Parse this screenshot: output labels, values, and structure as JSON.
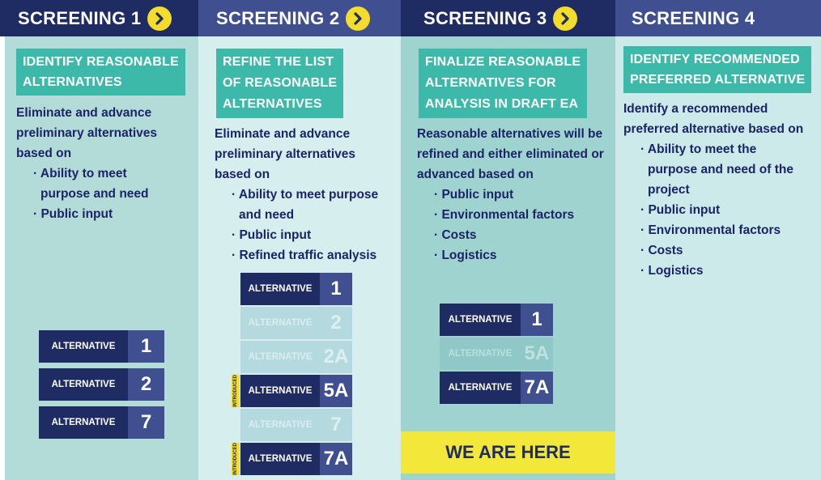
{
  "colors": {
    "header_dark": "#1e2c63",
    "header_mid": "#3f4f8f",
    "body_1": "#b3dcd9",
    "body_2": "#d6eeee",
    "body_3": "#9fd3d0",
    "body_4": "#cdeaea",
    "title_box": "#3db9a9",
    "text": "#1a2466",
    "accent_yellow": "#f3dc2b"
  },
  "screenings": [
    {
      "header": "SCREENING 1",
      "title_lines": [
        "IDENTIFY REASONABLE",
        "ALTERNATIVES"
      ],
      "intro_lines": [
        "Eliminate and advance",
        "preliminary alternatives",
        "based on"
      ],
      "bullets": [
        "Ability to meet purpose and need",
        "Public input"
      ],
      "alternatives": [
        {
          "label": "ALTERNATIVE",
          "number": "1"
        },
        {
          "label": "ALTERNATIVE",
          "number": "2"
        },
        {
          "label": "ALTERNATIVE",
          "number": "7"
        }
      ]
    },
    {
      "header": "SCREENING 2",
      "title_lines": [
        "REFINE THE LIST",
        "OF REASONABLE",
        "ALTERNATIVES"
      ],
      "intro_lines": [
        "Eliminate and advance",
        "preliminary alternatives",
        "based on"
      ],
      "bullets": [
        "Ability to meet purpose and need",
        "Public input",
        "Refined traffic analysis"
      ],
      "alternatives": [
        {
          "label": "ALTERNATIVE",
          "number": "1"
        },
        {
          "label": "ALTERNATIVE",
          "number": "2"
        },
        {
          "label": "ALTERNATIVE",
          "number": "2A"
        },
        {
          "label": "ALTERNATIVE",
          "number": "5A",
          "tag": "INTRODUCED"
        },
        {
          "label": "ALTERNATIVE",
          "number": "7"
        },
        {
          "label": "ALTERNATIVE",
          "number": "7A",
          "tag": "INTRODUCED"
        }
      ]
    },
    {
      "header": "SCREENING 3",
      "title_lines": [
        "FINALIZE REASONABLE",
        "ALTERNATIVES FOR",
        "ANALYSIS IN DRAFT EA"
      ],
      "intro_lines": [
        "Reasonable alternatives will be",
        "refined and either eliminated or",
        "advanced based on"
      ],
      "bullets": [
        "Public input",
        "Environmental factors",
        "Costs",
        "Logistics"
      ],
      "alternatives": [
        {
          "label": "ALTERNATIVE",
          "number": "1"
        },
        {
          "label": "ALTERNATIVE",
          "number": "5A"
        },
        {
          "label": "ALTERNATIVE",
          "number": "7A"
        }
      ],
      "banner": "WE ARE HERE"
    },
    {
      "header": "SCREENING 4",
      "title_lines": [
        "IDENTIFY RECOMMENDED",
        "PREFERRED ALTERNATIVE"
      ],
      "intro_lines": [
        "Identify a recommended",
        "preferred alternative based on"
      ],
      "bullets": [
        "Ability to meet the purpose and need of the project",
        "Public input",
        "Environmental factors",
        "Costs",
        "Logistics"
      ]
    }
  ]
}
